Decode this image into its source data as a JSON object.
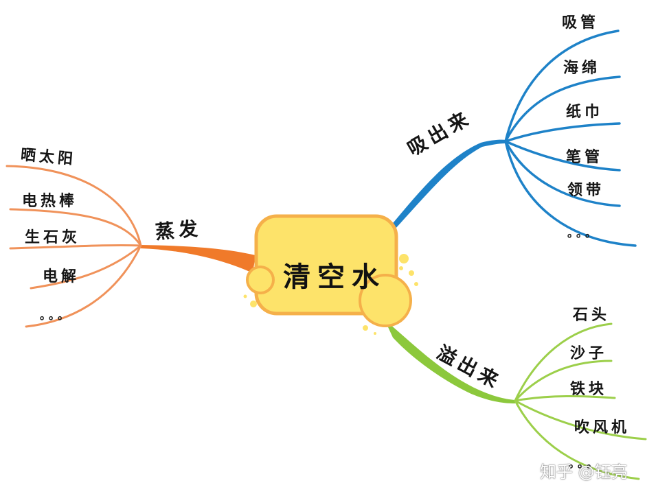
{
  "central": {
    "label": "清空水"
  },
  "branches": {
    "evaporate": {
      "label": "蒸发",
      "color": "#f07a2a",
      "items": [
        "晒太阳",
        "电热棒",
        "生石灰",
        "电解",
        "。。。"
      ]
    },
    "absorb": {
      "label": "吸出来",
      "color": "#1e82c8",
      "items": [
        "吸管",
        "海绵",
        "纸巾",
        "笔管",
        "领带",
        "。。。"
      ]
    },
    "overflow": {
      "label": "溢出来",
      "color": "#8cc83c",
      "items": [
        "石头",
        "沙子",
        "铁块",
        "吹风机",
        "。。。"
      ]
    }
  },
  "central_style": {
    "fill": "#fde36a",
    "border": "#f5b04a"
  },
  "watermark": {
    "text": "知乎 @钰亮"
  }
}
